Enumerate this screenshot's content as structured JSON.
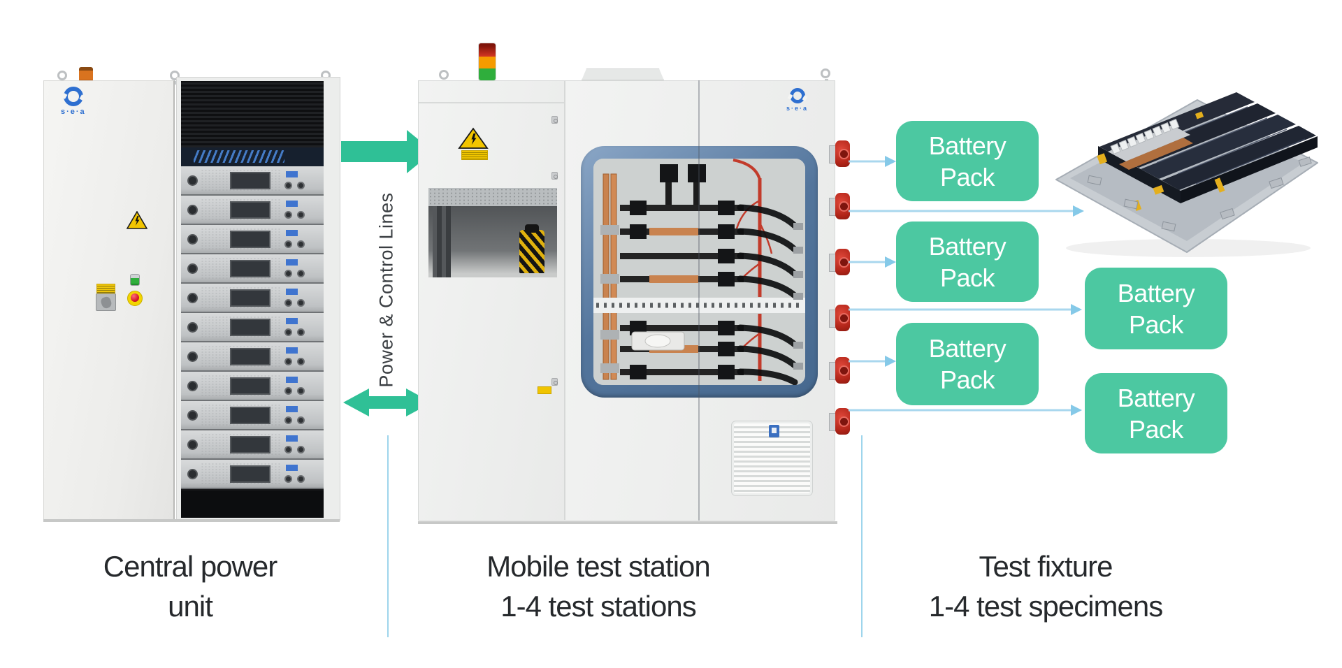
{
  "sections": {
    "central_power_unit": {
      "caption": [
        "Central power",
        "unit"
      ],
      "logo_text": "s·e·a"
    },
    "mobile_test_station": {
      "caption": [
        "Mobile test station",
        "1-4 test stations"
      ],
      "logo_text": "s·e·a"
    },
    "test_fixture": {
      "caption": [
        "Test fixture",
        "1-4 test specimens"
      ]
    }
  },
  "flow": {
    "connection_label": "Power & Control Lines",
    "battery_packs": [
      {
        "line1": "Battery",
        "line2": "Pack"
      },
      {
        "line1": "Battery",
        "line2": "Pack"
      },
      {
        "line1": "Battery",
        "line2": "Pack"
      },
      {
        "line1": "Battery",
        "line2": "Pack"
      },
      {
        "line1": "Battery",
        "line2": "Pack"
      }
    ]
  },
  "colors": {
    "accent_green": "#2fc096",
    "pack_green": "#4cc8a1",
    "line_blue": "#a9d7ee",
    "arrowhead_blue": "#85c9e8",
    "divider_blue": "#9ed5ec",
    "window_frame_blue": "#53759c",
    "caption_text": "#26292c",
    "logo_blue": "#2e6fd0",
    "signal_red": "#d43723",
    "signal_amber": "#f59b00",
    "signal_green": "#2fae3c"
  },
  "equipment": {
    "psu_count": 11,
    "connector_count": 6,
    "signal_tower_colors": [
      "red",
      "amber",
      "green"
    ]
  }
}
